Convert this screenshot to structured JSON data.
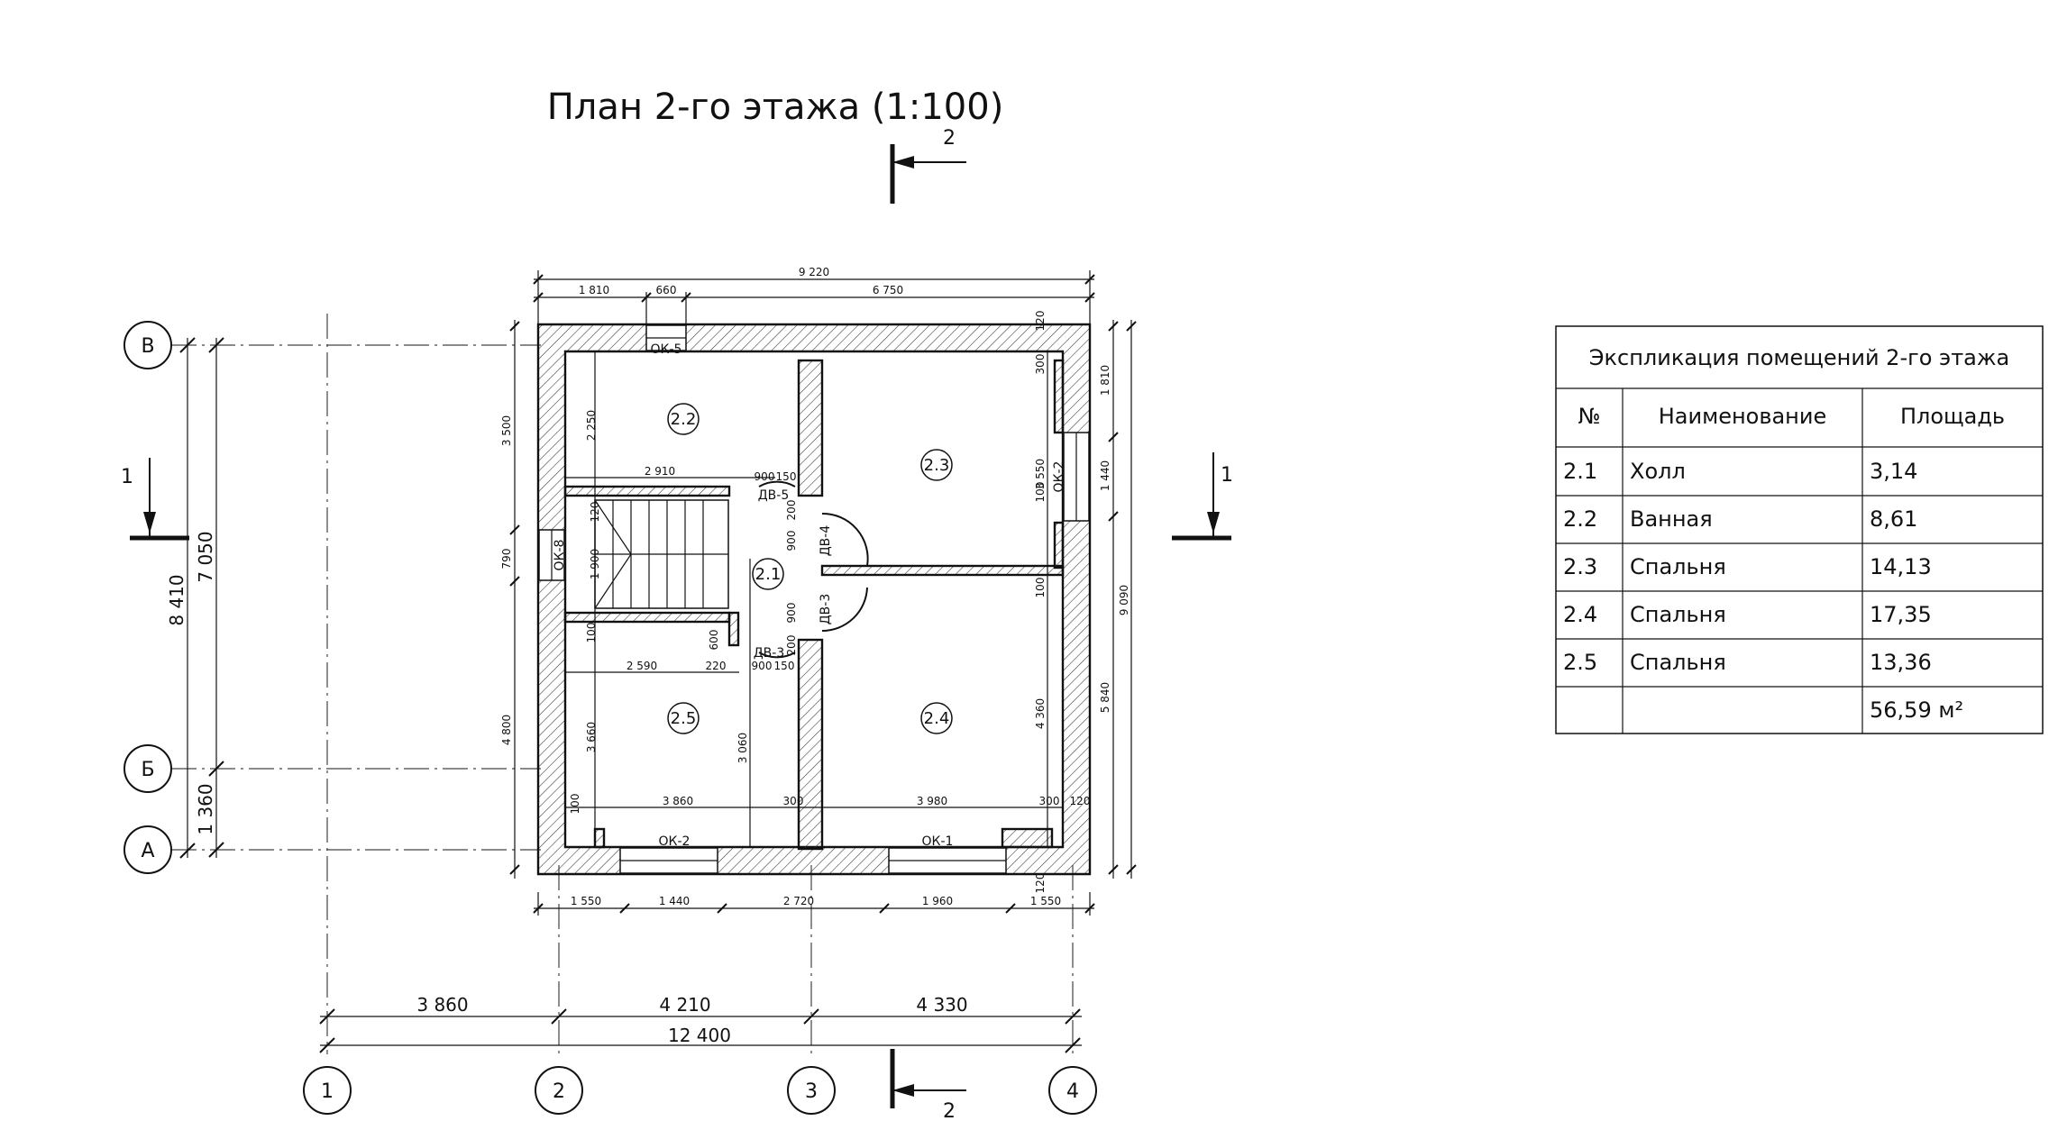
{
  "title": "План 2-го этажа (1:100)",
  "section_marks": {
    "vertical": "2",
    "horizontal": "1"
  },
  "grid_axes": {
    "rows": [
      "В",
      "Б",
      "А"
    ],
    "columns": [
      "1",
      "2",
      "3",
      "4"
    ]
  },
  "dimensions": {
    "top_overall": "9 220",
    "top_parts": [
      "1 810",
      "660",
      "6 750"
    ],
    "bottom_parts": [
      "1 550",
      "1 440",
      "2 720",
      "1 960",
      "1 550"
    ],
    "axis_spans": [
      "3 860",
      "4 210",
      "4 330"
    ],
    "axis_total": "12 400",
    "left_spans": [
      "7 050",
      "1 360"
    ],
    "left_total": "8 410",
    "right_overall": "9 090",
    "right_parts": [
      "1 810",
      "1 440",
      "5 840"
    ],
    "left_inner": [
      "3 500",
      "790",
      "4 800"
    ],
    "interior": {
      "r22_height": "2 250",
      "r22_width": "2 910",
      "r23_height": "3 550",
      "r24_height": "4 360",
      "r25_height": "3 660",
      "r25_width": "2 590",
      "r25_right": "220",
      "r21_height": "3 060",
      "bottom_left": "3 860",
      "bottom_right": "3 980",
      "wall_300_a": "300",
      "wall_300_b": "300",
      "wall_300_c": "300",
      "wall_120_a": "120",
      "wall_120_b": "120",
      "wall_120_c": "120",
      "wall_100_a": "100",
      "wall_100_b": "100",
      "wall_100_c": "100",
      "door_900_a": "900",
      "door_900_b": "900",
      "door_900_c": "900",
      "door_900_d": "900",
      "door_150_a": "150",
      "door_150_b": "150",
      "door_600": "600",
      "door_200_a": "200",
      "door_200_b": "200",
      "small_1900": "1 900",
      "small_120_top": "120",
      "small_100_left": "100"
    }
  },
  "openings": {
    "windows": [
      "ОК-5",
      "ОК-2",
      "ОК-8",
      "ОК-2",
      "ОК-1"
    ],
    "doors": [
      "ДВ-5",
      "ДВ-4",
      "ДВ-3",
      "ДВ-3"
    ]
  },
  "room_tags": [
    "2.1",
    "2.2",
    "2.3",
    "2.4",
    "2.5"
  ],
  "explication": {
    "title": "Экспликация помещений 2-го этажа",
    "headers": [
      "№",
      "Наименование",
      "Площадь"
    ],
    "rows": [
      [
        "2.1",
        "Холл",
        "3,14"
      ],
      [
        "2.2",
        "Ванная",
        "8,61"
      ],
      [
        "2.3",
        "Спальня",
        "14,13"
      ],
      [
        "2.4",
        "Спальня",
        "17,35"
      ],
      [
        "2.5",
        "Спальня",
        "13,36"
      ]
    ],
    "total": "56,59 м²"
  }
}
